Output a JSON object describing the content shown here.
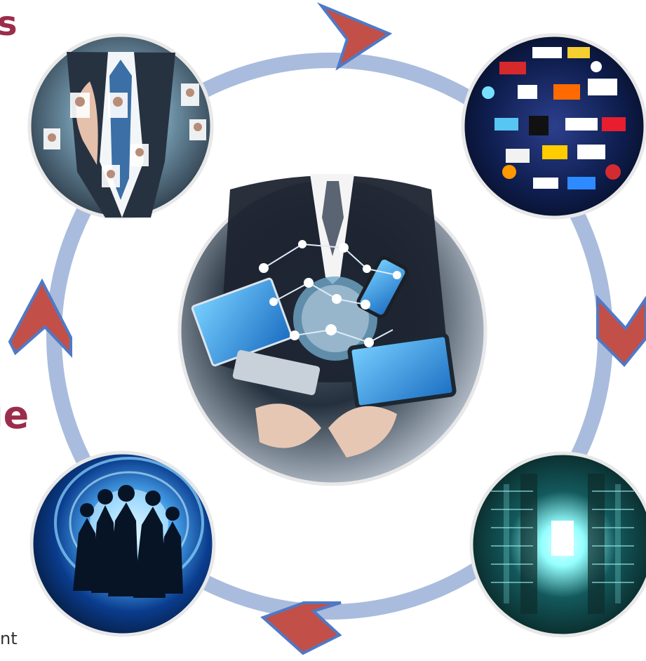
{
  "cropped_labels": {
    "top_left": "s",
    "middle_left": "ge",
    "bottom_left": "nt"
  },
  "nodes": [
    {
      "id": "center",
      "icon": "business-network-devices-icon"
    },
    {
      "id": "top-left",
      "icon": "people-network-touch-icon"
    },
    {
      "id": "top-right",
      "icon": "brand-logo-collage-icon"
    },
    {
      "id": "bottom-right",
      "icon": "data-tunnel-icon"
    },
    {
      "id": "bottom-left",
      "icon": "digital-globe-people-icon"
    }
  ],
  "colors": {
    "ring": "#a9bcdd",
    "arrow_fill": "#c24f48",
    "arrow_stroke": "#4f79c6",
    "node_border": "#e8e8e8",
    "label": "#9b2d4a"
  }
}
